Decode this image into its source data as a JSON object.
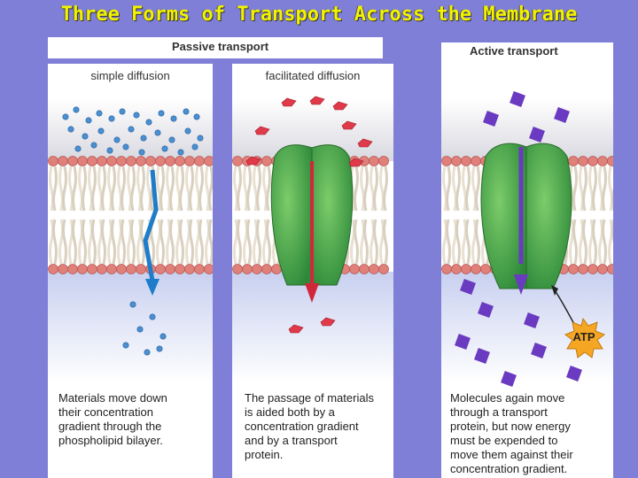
{
  "slide_title": "Three Forms of Transport Across the Membrane",
  "passive_header": "Passive transport",
  "panels": {
    "simple": {
      "label": "simple diffusion",
      "caption": "Materials move down\ntheir concentration\ngradient through the\nphospholipid bilayer."
    },
    "facilitated": {
      "label": "facilitated diffusion",
      "caption": "The passage of materials\nis aided both by a\nconcentration gradient\nand by a transport\nprotein."
    },
    "active": {
      "label": "Active transport",
      "caption": "Molecules again move\nthrough a transport\nprotein, but now energy\nmust be expended to\nmove them against their\nconcentration gradient.",
      "atp_label": "ATP"
    }
  },
  "colors": {
    "background": "#7f7fd8",
    "title": "#f3f300",
    "bilayer_head": "#e0807a",
    "protein": "#3f9e3f",
    "small_molecule": "#4a90d0",
    "facilitated_molecule": "#e03a4a",
    "active_molecule": "#6a3ac0",
    "arrow_blue": "#1e7cc8",
    "arrow_red": "#d0283a",
    "arrow_purple": "#6a3ac0",
    "atp_burst": "#f5a623"
  },
  "icons": [
    "phospholipid-bilayer",
    "transport-protein",
    "atp-burst"
  ]
}
